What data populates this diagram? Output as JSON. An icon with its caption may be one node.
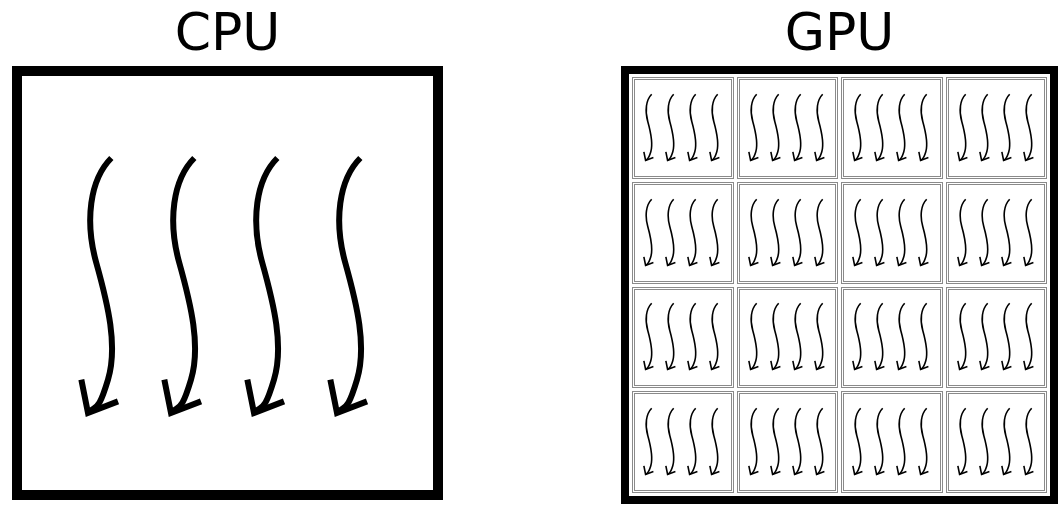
{
  "diagram": {
    "nodes": [
      {
        "text": [
          "CPU"
        ]
      },
      {
        "text": [
          "GPU"
        ]
      },
      {
        "text": [],
        "shape": "box",
        "in": 1
      },
      {
        "text": [],
        "shape": "box",
        "in": 1
      },
      {
        "text": [],
        "shape": "box",
        "in": 1
      },
      {
        "text": [],
        "shape": "box",
        "in": 1
      },
      {
        "text": [],
        "shape": "box",
        "in": 1
      },
      {
        "text": [],
        "shape": "box",
        "in": 1
      },
      {
        "text": [],
        "shape": "box",
        "in": 1
      },
      {
        "text": [],
        "shape": "box",
        "in": 1
      },
      {
        "text": [],
        "shape": "box",
        "in": 1
      },
      {
        "text": [],
        "shape": "box",
        "in": 1
      },
      {
        "text": [],
        "shape": "box",
        "in": 1
      },
      {
        "text": [],
        "shape": "box",
        "in": 1
      },
      {
        "text": [],
        "shape": "box",
        "in": 1
      },
      {
        "text": [],
        "shape": "box",
        "in": 1
      },
      {
        "text": [],
        "shape": "box",
        "in": 1
      },
      {
        "text": [],
        "shape": "box",
        "in": 1
      }
    ]
  }
}
